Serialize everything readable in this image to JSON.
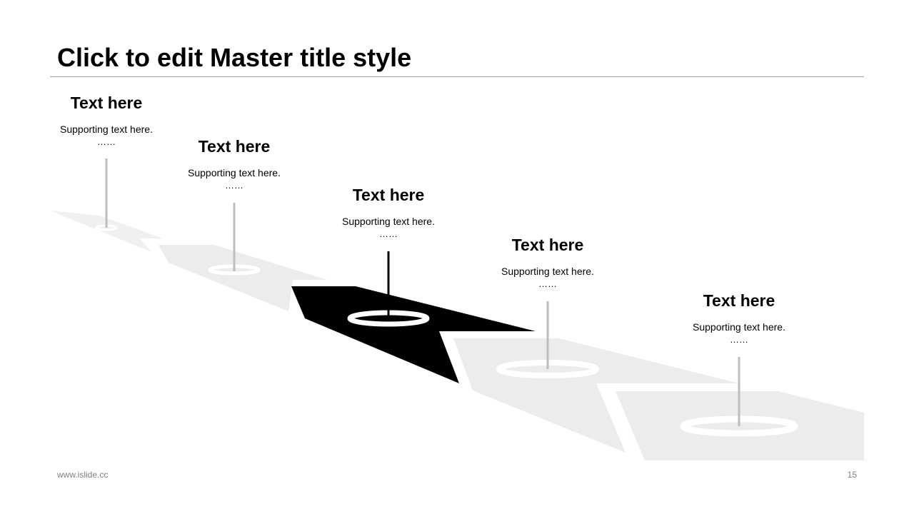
{
  "slide": {
    "title": "Click to edit Master title style",
    "footer_url": "www.islide.cc",
    "page_number": "15"
  },
  "steps": [
    {
      "heading": "Text here",
      "supporting": "Supporting  text here.",
      "ellipsis": "……",
      "highlighted": false
    },
    {
      "heading": "Text here",
      "supporting": "Supporting  text here.",
      "ellipsis": "……",
      "highlighted": false
    },
    {
      "heading": "Text here",
      "supporting": "Supporting  text here.",
      "ellipsis": "……",
      "highlighted": true
    },
    {
      "heading": "Text here",
      "supporting": "Supporting  text here.",
      "ellipsis": "……",
      "highlighted": false
    },
    {
      "heading": "Text here",
      "supporting": "Supporting  text here.",
      "ellipsis": "……",
      "highlighted": false
    }
  ],
  "colors": {
    "path_segment": "#ececec",
    "path_highlight": "#000000",
    "pin_line": "#bdbdbd",
    "pin_line_highlight": "#000000",
    "rule": "#9e9e9e",
    "footer_text": "#7f7f7f"
  }
}
